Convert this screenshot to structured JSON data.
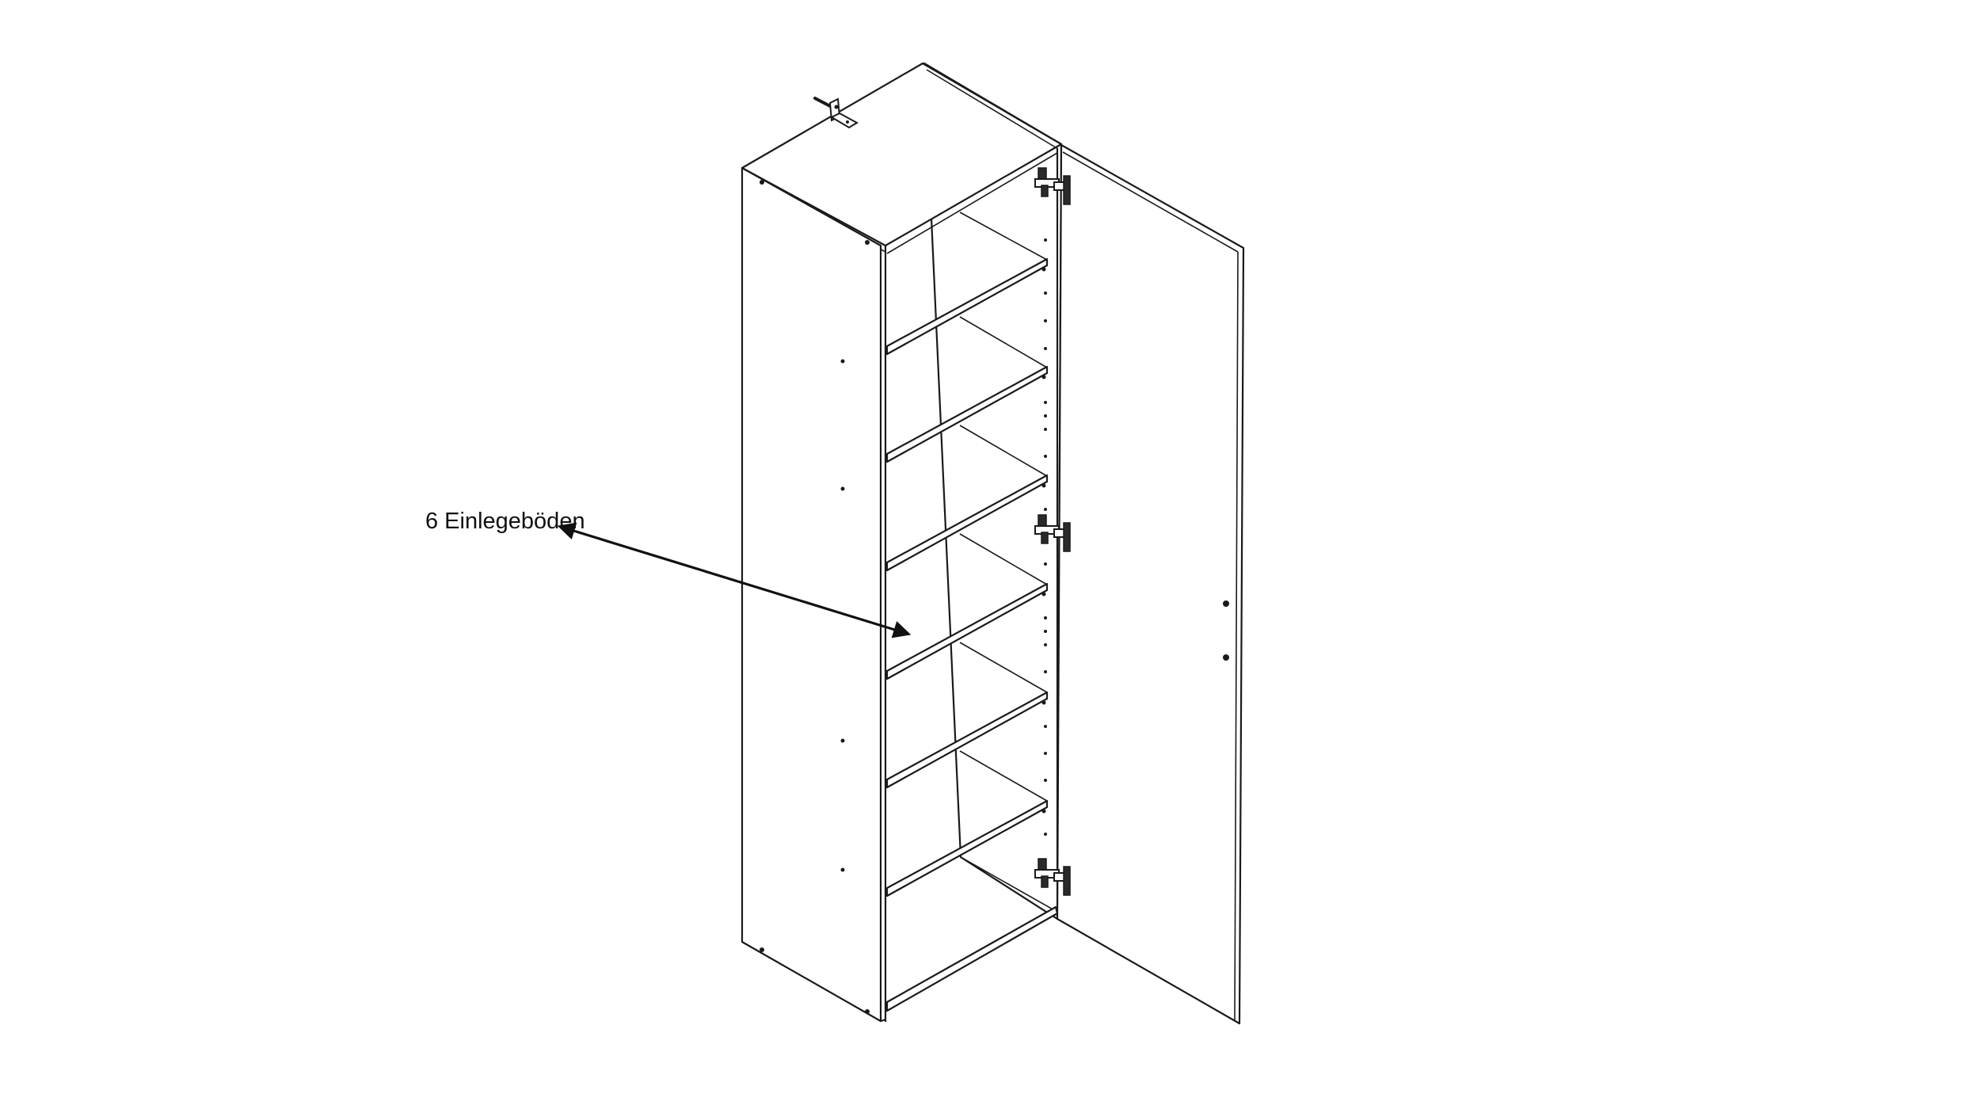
{
  "diagram": {
    "subject": "tall single-door cabinet, isometric line drawing, door open",
    "annotation": {
      "label": "6 Einlegeböden",
      "arrow": "double-headed"
    },
    "shelf_count": 6,
    "hinge_count": 3,
    "door_handle_holes": 2,
    "colors": {
      "line": "#1a1a1a",
      "background": "#ffffff",
      "text": "#111111"
    }
  }
}
